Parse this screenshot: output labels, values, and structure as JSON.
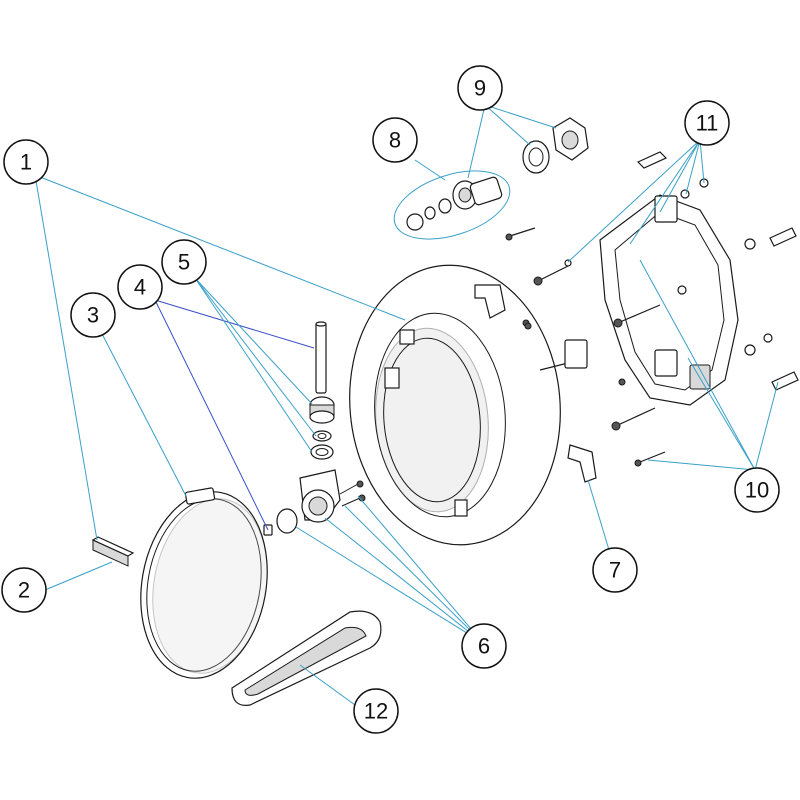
{
  "callouts": [
    {
      "id": "1",
      "label": "1"
    },
    {
      "id": "2",
      "label": "2"
    },
    {
      "id": "3",
      "label": "3"
    },
    {
      "id": "4",
      "label": "4"
    },
    {
      "id": "5",
      "label": "5"
    },
    {
      "id": "6",
      "label": "6"
    },
    {
      "id": "7",
      "label": "7"
    },
    {
      "id": "8",
      "label": "8"
    },
    {
      "id": "9",
      "label": "9"
    },
    {
      "id": "10",
      "label": "10"
    },
    {
      "id": "11",
      "label": "11"
    },
    {
      "id": "12",
      "label": "12"
    }
  ],
  "colors": {
    "leader_primary": "#3aa0c8",
    "leader_secondary": "#3a4fc8",
    "line_art": "#1a1a1a",
    "background": "#ffffff"
  }
}
